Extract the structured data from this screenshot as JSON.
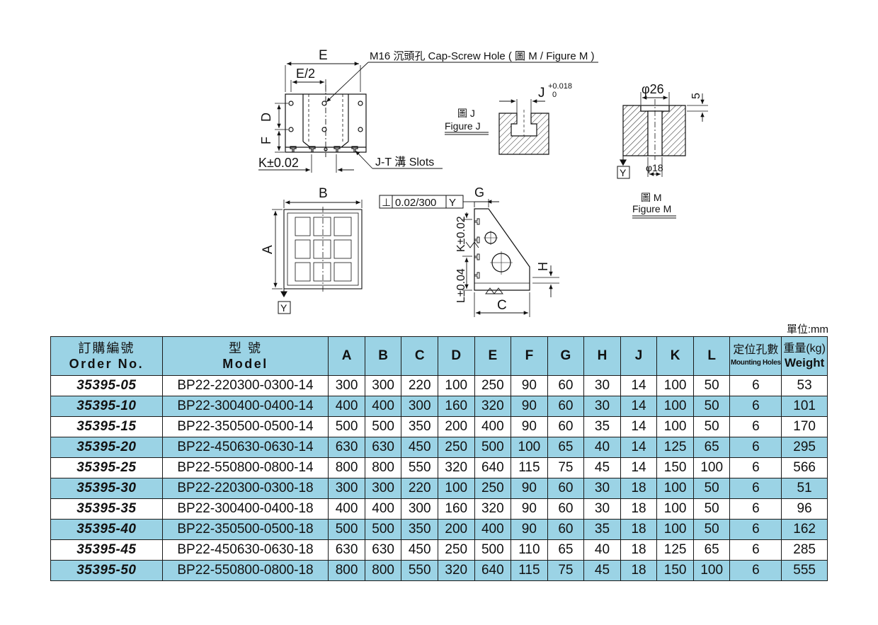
{
  "drawing": {
    "label_E": "E",
    "label_E_half": "E/2",
    "label_D": "D",
    "label_F": "F",
    "label_K_tol": "K±0.02",
    "hole_callout": "M16 沉頭孔 Cap-Screw Hole ( 圖 M / Figure M )",
    "slot_callout": "J-T 溝 Slots",
    "label_J": "J",
    "j_tol_upper": "+0.018",
    "j_tol_lower": "0",
    "figure_j_zh": "圖 J",
    "figure_j_en": "Figure J",
    "label_phi26": "φ26",
    "label_5": "5",
    "label_phi18": "φ18",
    "figure_m_zh": "圖 M",
    "figure_m_en": "Figure M",
    "label_Y": "Y",
    "label_B": "B",
    "label_A": "A",
    "perp_symbol": "⊥",
    "perp_value": "0.02/300",
    "label_G": "G",
    "label_K_tol_vertical": "K±0.02",
    "label_L_tol_vertical": "L±0.04",
    "label_H": "H",
    "label_C": "C"
  },
  "unit_note": "單位:mm",
  "table": {
    "headers": {
      "order_zh": "訂購編號",
      "order_en": "Order No.",
      "model_zh": "型 號",
      "model_en": "Model",
      "A": "A",
      "B": "B",
      "C": "C",
      "D": "D",
      "E": "E",
      "F": "F",
      "G": "G",
      "H": "H",
      "J": "J",
      "K": "K",
      "L": "L",
      "holes_zh": "定位孔數",
      "holes_en": "Mounting Holes",
      "weight_zh": "重量(kg)",
      "weight_en": "Weight"
    },
    "rows": [
      {
        "order": "35395-05",
        "model": "BP22-220300-0300-14",
        "A": "300",
        "B": "300",
        "C": "220",
        "D": "100",
        "E": "250",
        "F": "90",
        "G": "60",
        "H": "30",
        "J": "14",
        "K": "100",
        "L": "50",
        "holes": "6",
        "weight": "53"
      },
      {
        "order": "35395-10",
        "model": "BP22-300400-0400-14",
        "A": "400",
        "B": "400",
        "C": "300",
        "D": "160",
        "E": "320",
        "F": "90",
        "G": "60",
        "H": "30",
        "J": "14",
        "K": "100",
        "L": "50",
        "holes": "6",
        "weight": "101"
      },
      {
        "order": "35395-15",
        "model": "BP22-350500-0500-14",
        "A": "500",
        "B": "500",
        "C": "350",
        "D": "200",
        "E": "400",
        "F": "90",
        "G": "60",
        "H": "35",
        "J": "14",
        "K": "100",
        "L": "50",
        "holes": "6",
        "weight": "170"
      },
      {
        "order": "35395-20",
        "model": "BP22-450630-0630-14",
        "A": "630",
        "B": "630",
        "C": "450",
        "D": "250",
        "E": "500",
        "F": "100",
        "G": "65",
        "H": "40",
        "J": "14",
        "K": "125",
        "L": "65",
        "holes": "6",
        "weight": "295"
      },
      {
        "order": "35395-25",
        "model": "BP22-550800-0800-14",
        "A": "800",
        "B": "800",
        "C": "550",
        "D": "320",
        "E": "640",
        "F": "115",
        "G": "75",
        "H": "45",
        "J": "14",
        "K": "150",
        "L": "100",
        "holes": "6",
        "weight": "566"
      },
      {
        "order": "35395-30",
        "model": "BP22-220300-0300-18",
        "A": "300",
        "B": "300",
        "C": "220",
        "D": "100",
        "E": "250",
        "F": "90",
        "G": "60",
        "H": "30",
        "J": "18",
        "K": "100",
        "L": "50",
        "holes": "6",
        "weight": "51"
      },
      {
        "order": "35395-35",
        "model": "BP22-300400-0400-18",
        "A": "400",
        "B": "400",
        "C": "300",
        "D": "160",
        "E": "320",
        "F": "90",
        "G": "60",
        "H": "30",
        "J": "18",
        "K": "100",
        "L": "50",
        "holes": "6",
        "weight": "96"
      },
      {
        "order": "35395-40",
        "model": "BP22-350500-0500-18",
        "A": "500",
        "B": "500",
        "C": "350",
        "D": "200",
        "E": "400",
        "F": "90",
        "G": "60",
        "H": "35",
        "J": "18",
        "K": "100",
        "L": "50",
        "holes": "6",
        "weight": "162"
      },
      {
        "order": "35395-45",
        "model": "BP22-450630-0630-18",
        "A": "630",
        "B": "630",
        "C": "450",
        "D": "250",
        "E": "500",
        "F": "110",
        "G": "65",
        "H": "40",
        "J": "18",
        "K": "125",
        "L": "65",
        "holes": "6",
        "weight": "285"
      },
      {
        "order": "35395-50",
        "model": "BP22-550800-0800-18",
        "A": "800",
        "B": "800",
        "C": "550",
        "D": "320",
        "E": "640",
        "F": "115",
        "G": "75",
        "H": "45",
        "J": "18",
        "K": "150",
        "L": "100",
        "holes": "6",
        "weight": "555"
      }
    ]
  }
}
